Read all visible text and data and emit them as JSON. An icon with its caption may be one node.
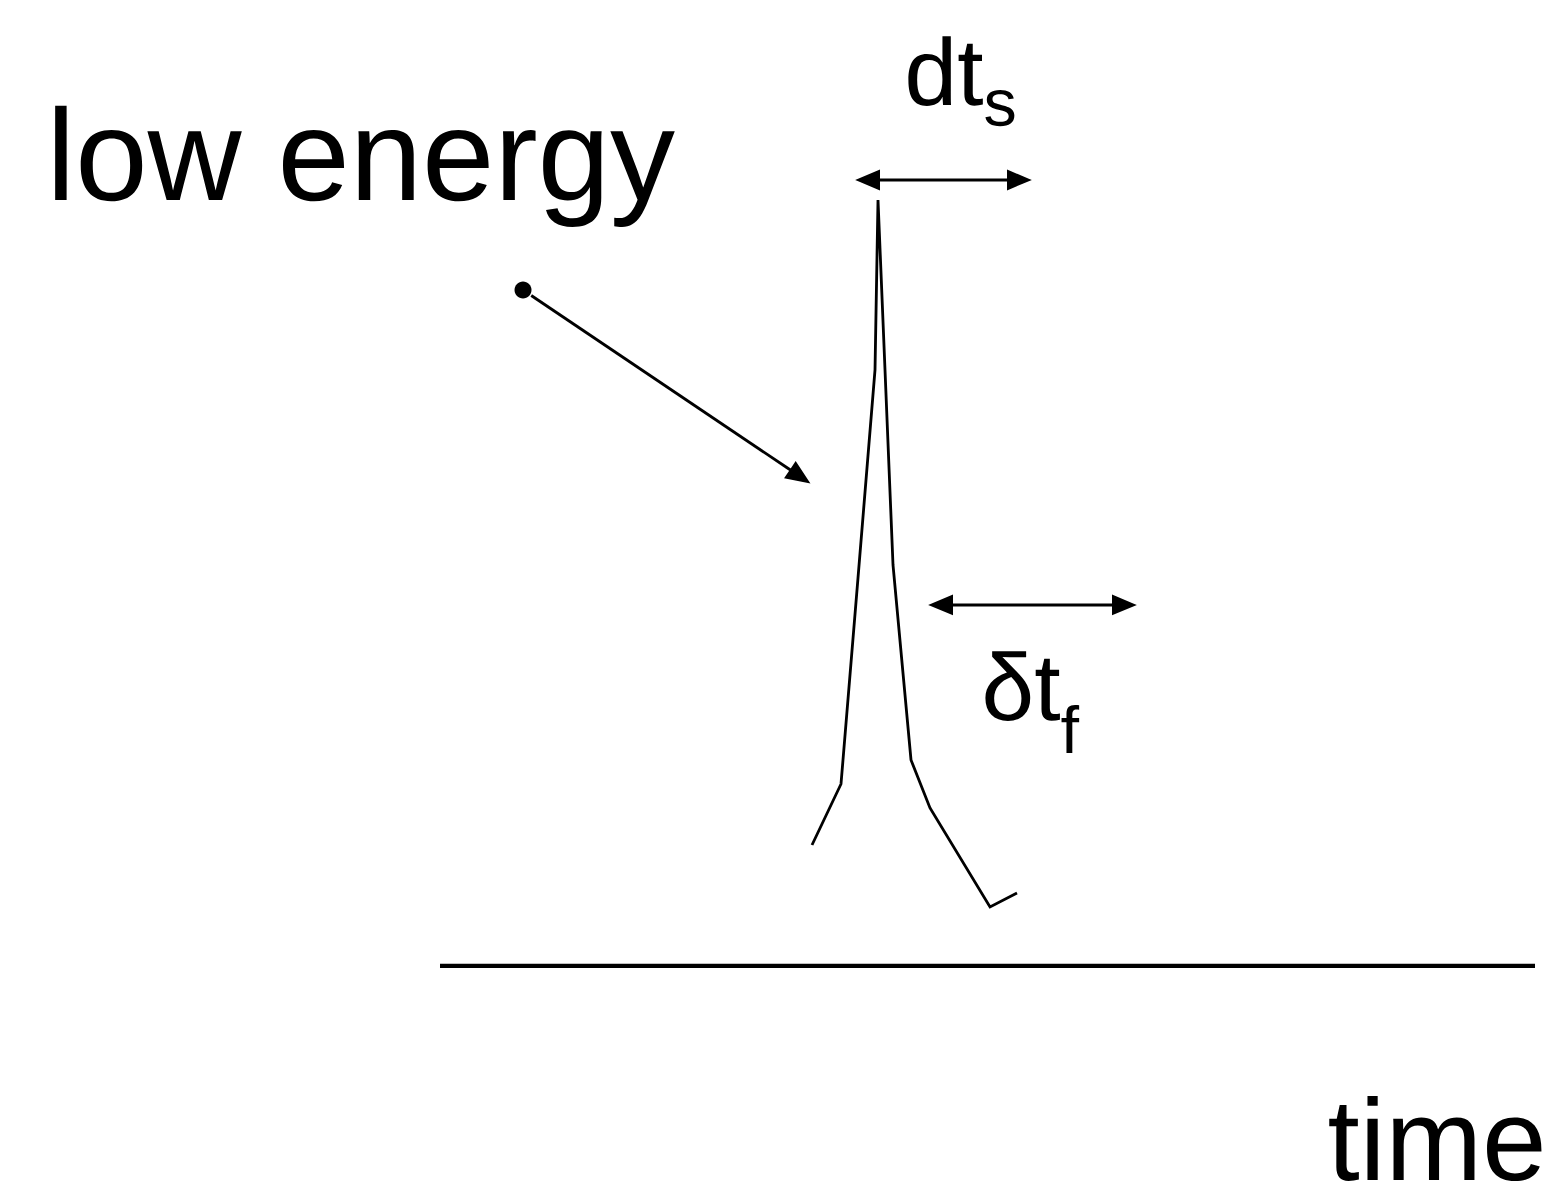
{
  "diagram": {
    "nodes": [
      {
        "text": [],
        "shape": "circle"
      },
      {
        "text": [],
        "shape": "picture"
      }
    ],
    "edges": [
      {
        "from": 0,
        "to": 1,
        "arrow": "to"
      }
    ],
    "labels": [
      "low energy",
      "dt$_{s}$",
      "δt$_{f}$",
      "time"
    ]
  }
}
